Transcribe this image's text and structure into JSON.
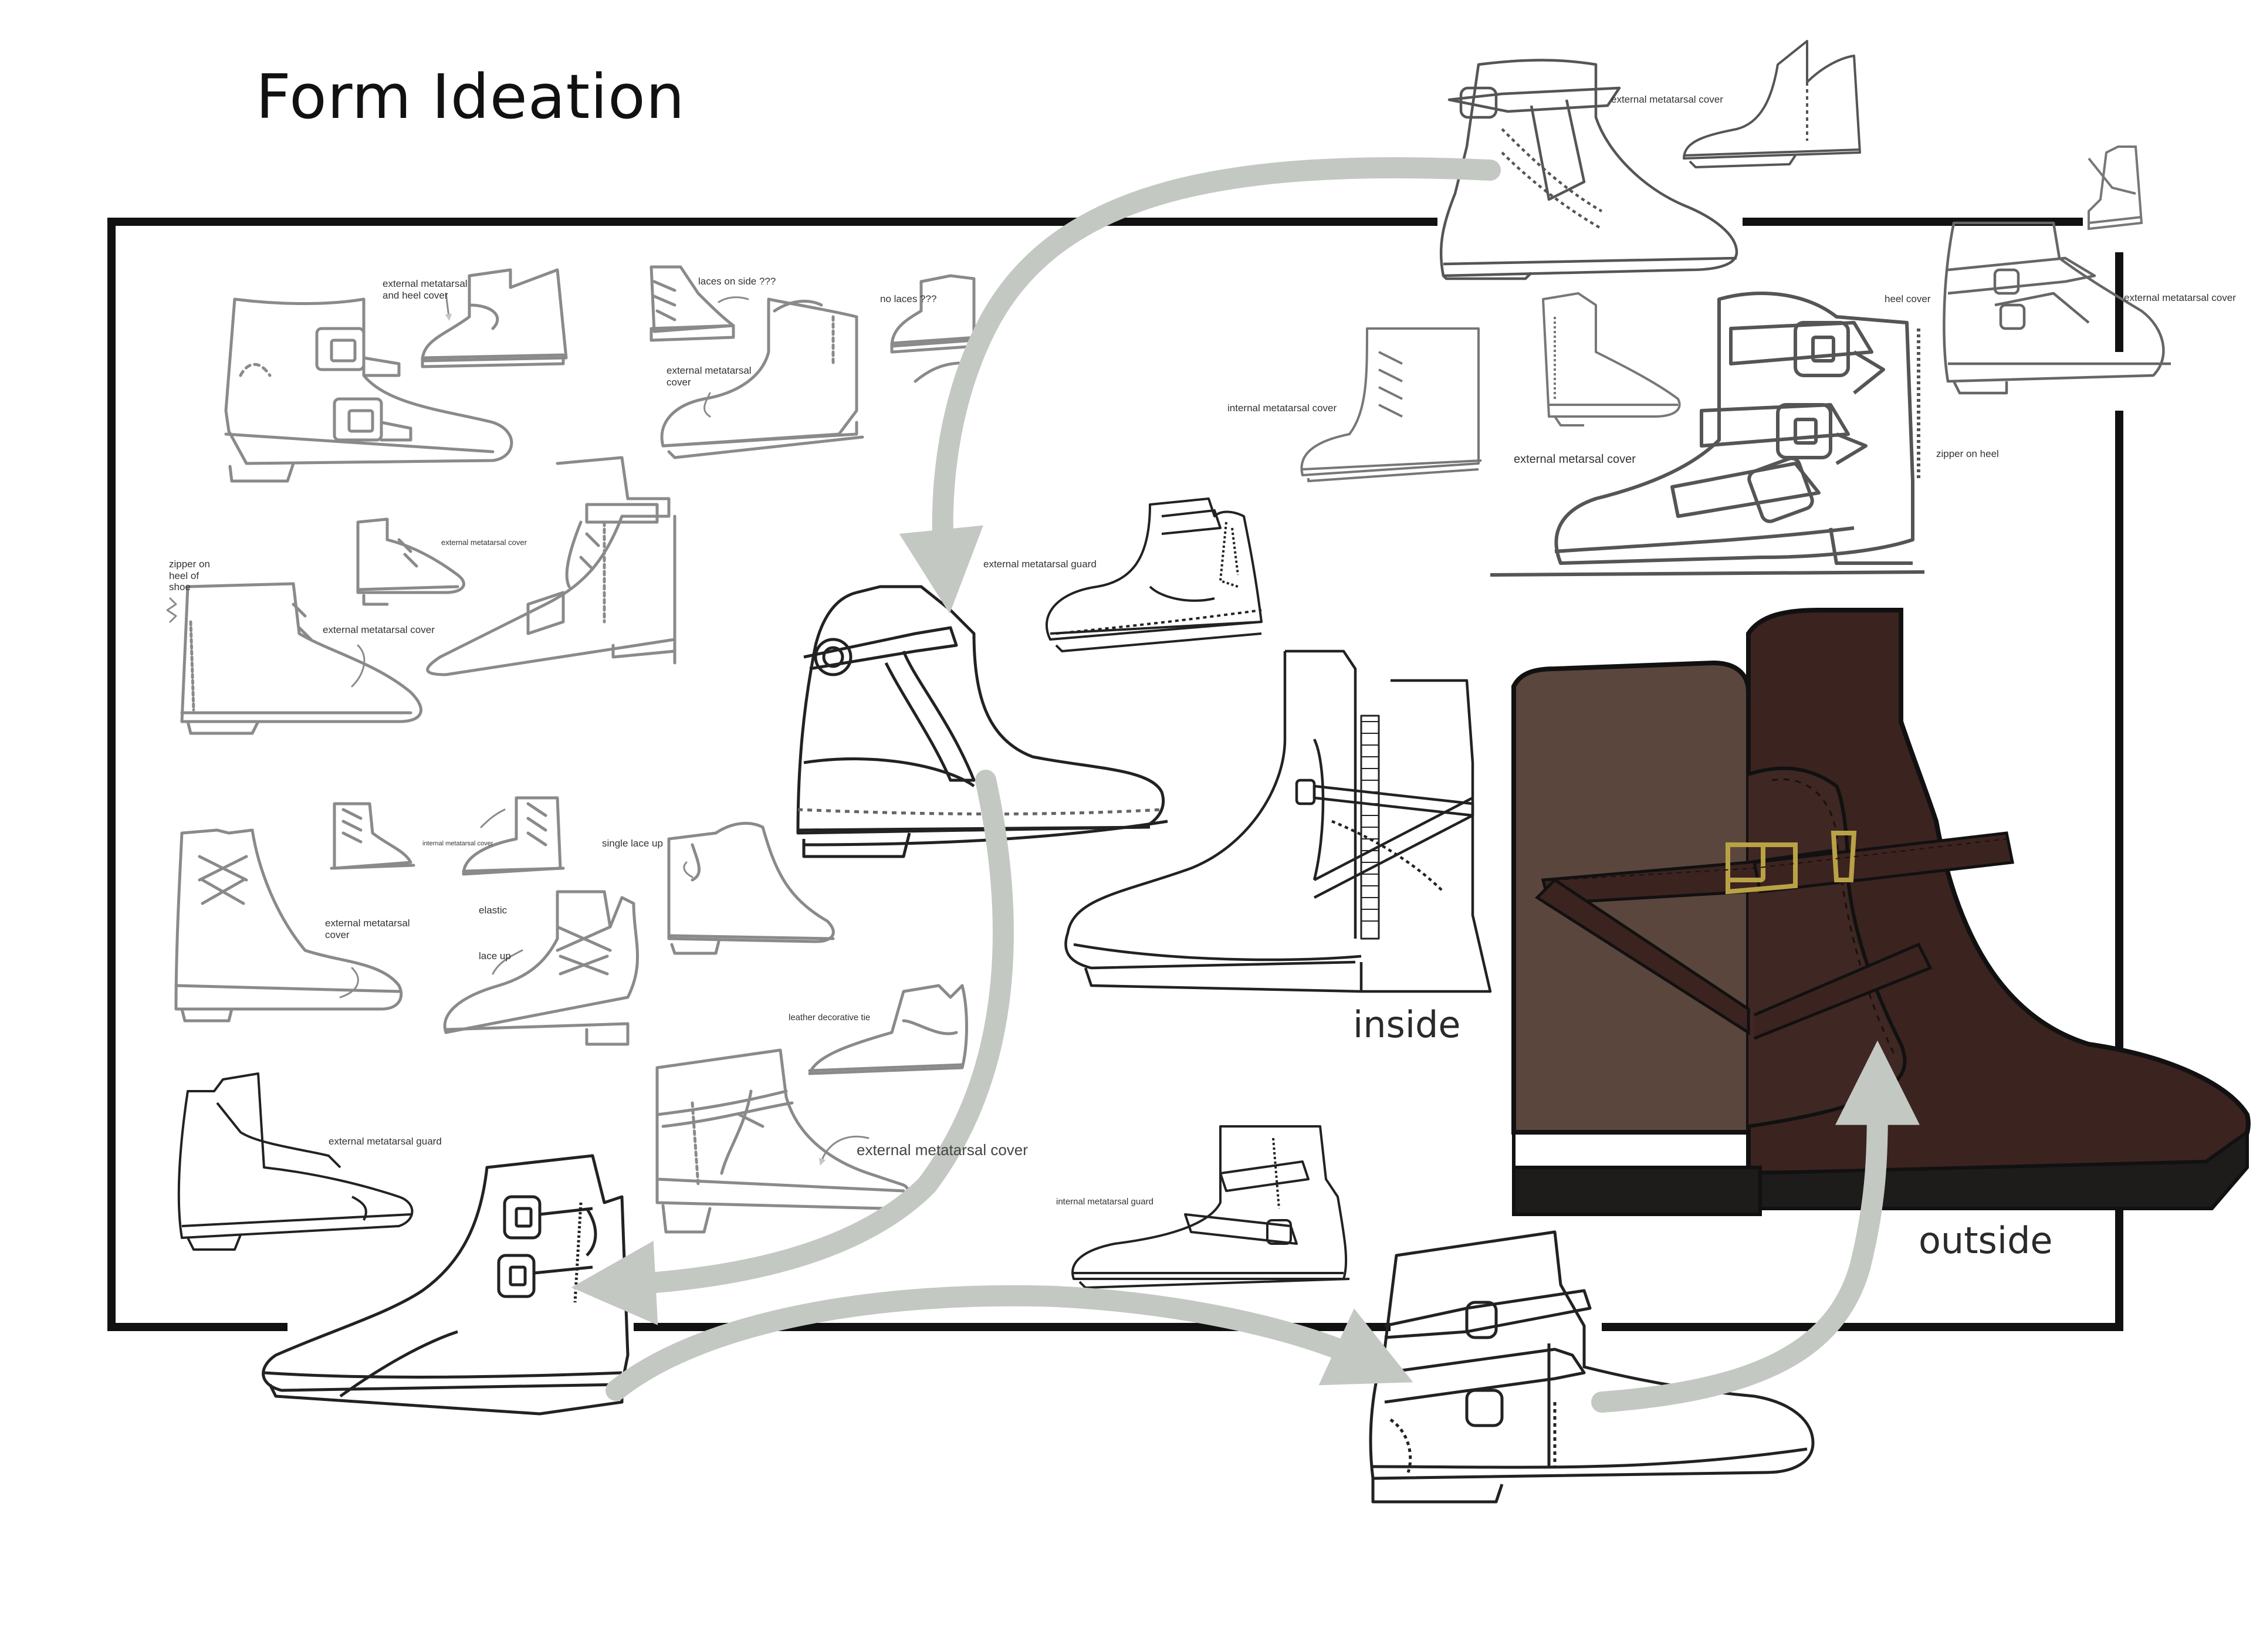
{
  "title": "Form Ideation",
  "labels": {
    "inside": "inside",
    "outside": "outside"
  },
  "annotations": {
    "ext_metatarsal_heel_cover": "external metatarsal\nand heel cover",
    "laces_on_side": "laces on side ???",
    "no_laces": "no laces ???",
    "ext_metatarsal_cover_a": "external metatarsal\ncover",
    "ext_metatarsal_cover_b": "external metatarsal cover",
    "zipper_on_heel_of_shoe": "zipper on\nheel of\nshoe",
    "ext_metatarsal_cover_c": "external metatarsal cover",
    "ext_metatarsal_guard_center": "external metatarsal guard",
    "internal_metatarsal_cover": "internal metatarsal cover",
    "external_metarsal_cover": "external metarsal cover",
    "zipper_on_heel": "zipper on heel",
    "heel_cover": "heel cover",
    "ext_metatarsal_cover_right": "external metatarsal cover",
    "ext_metatarsal_cover_top": "external metatarsal cover",
    "internal_metatarsal_cover_small": "internal metatarsal cover",
    "single_lace_up": "single lace up",
    "ext_metatarsal_cover_d": "external metatarsal\ncover",
    "elastic": "elastic",
    "lace_up": "lace up",
    "leather_decorative_tie": "leather decorative tie",
    "ext_metatarsal_cover_large": "external metatarsal cover",
    "ext_metatarsal_guard_left": "external metatarsal guard",
    "internal_metatarsal_guard": "internal metatarsal guard"
  },
  "colors": {
    "frame": "#111111",
    "arrow": "#c3c8c3",
    "sketch_gray": "#8a8a8a",
    "sketch_dark": "#222222",
    "boot_shaft_light": "#5b463d",
    "boot_body": "#3b2320",
    "boot_sole": "#1e1b1b",
    "buckle": "#b8a245"
  }
}
